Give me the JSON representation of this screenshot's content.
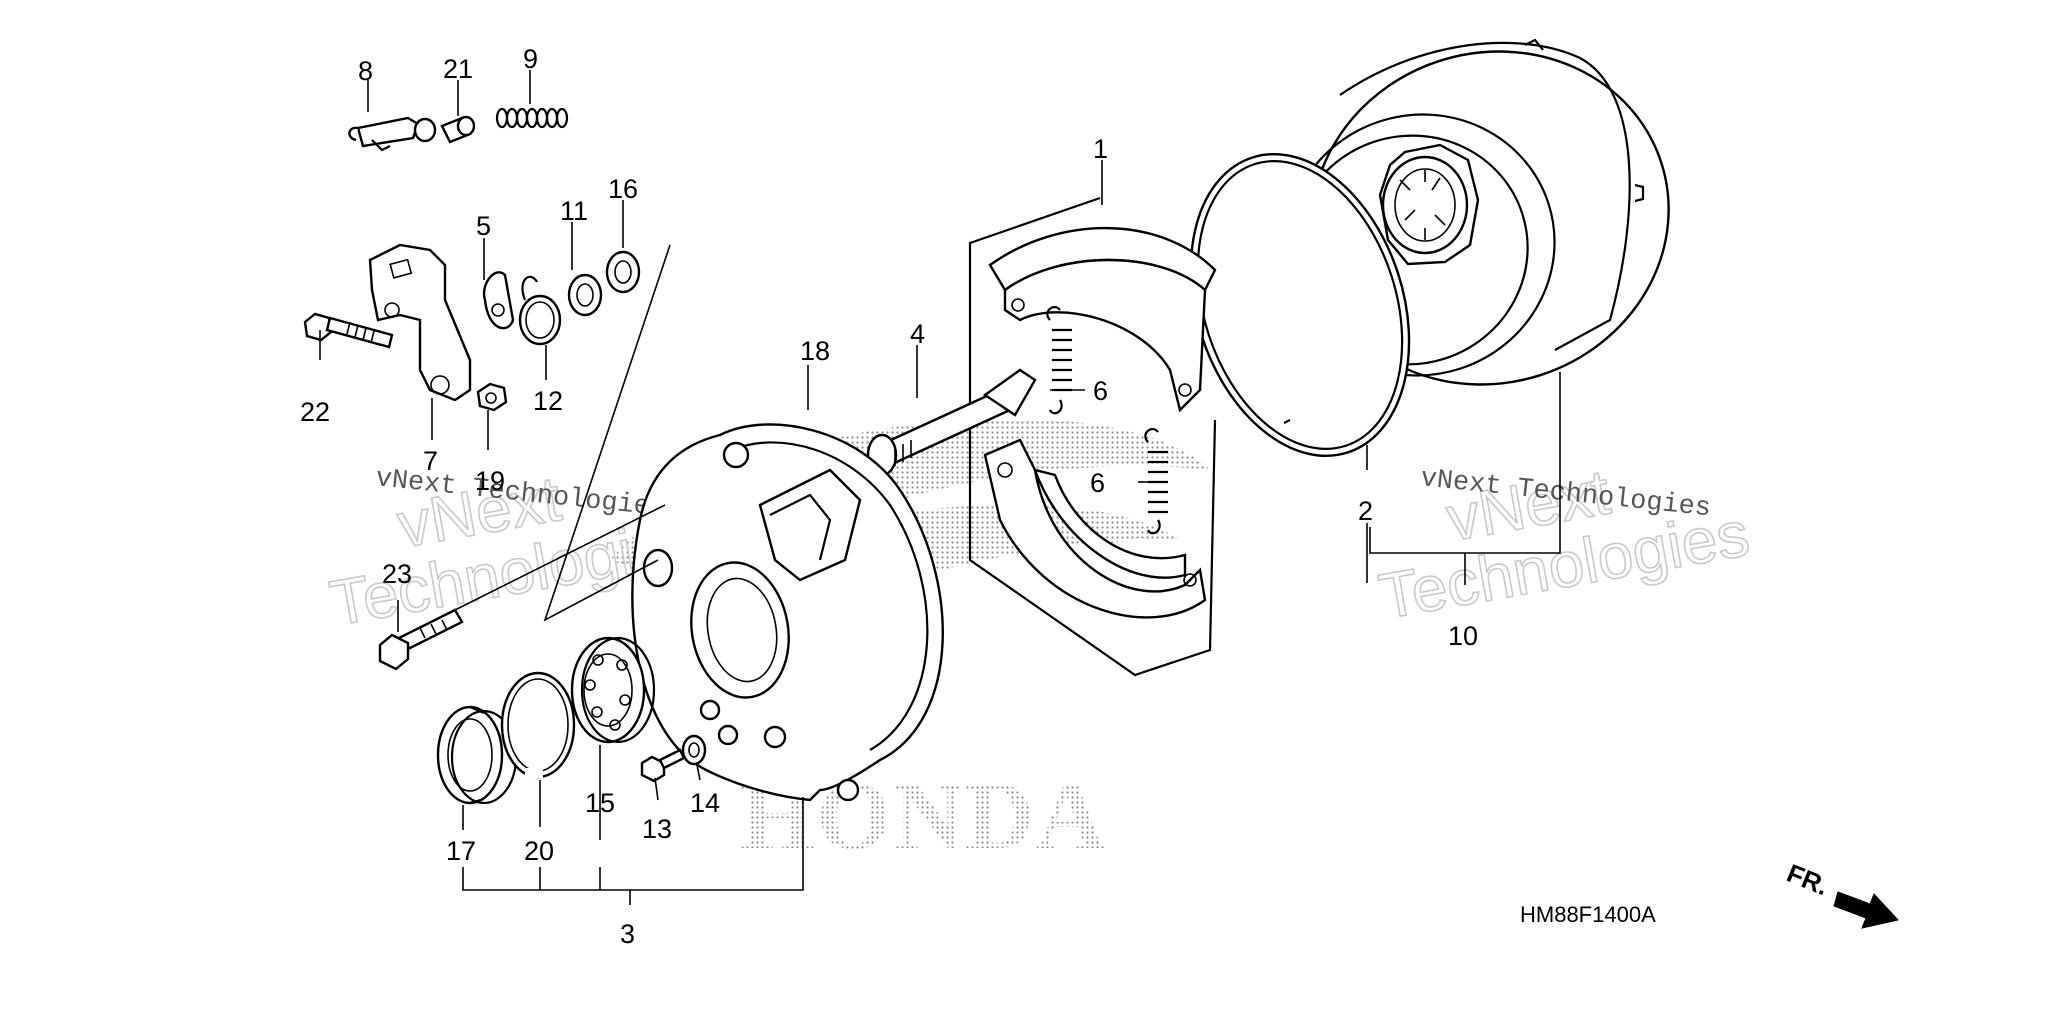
{
  "diagram": {
    "reference_code": "HM88F1400A",
    "brand_wordmark": "HONDA",
    "front_indicator": "FR.",
    "watermark": {
      "mono_text": "vNext Technologies",
      "outline_line1": "vNext",
      "outline_line2": "Technologies"
    },
    "callouts": {
      "c1": "1",
      "c2": "2",
      "c3": "3",
      "c4": "4",
      "c5": "5",
      "c6a": "6",
      "c6b": "6",
      "c7": "7",
      "c8": "8",
      "c9": "9",
      "c10": "10",
      "c11": "11",
      "c12": "12",
      "c13": "13",
      "c14": "14",
      "c15": "15",
      "c16": "16",
      "c17": "17",
      "c18": "18",
      "c19": "19",
      "c20": "20",
      "c21": "21",
      "c22": "22",
      "c23": "23"
    }
  }
}
